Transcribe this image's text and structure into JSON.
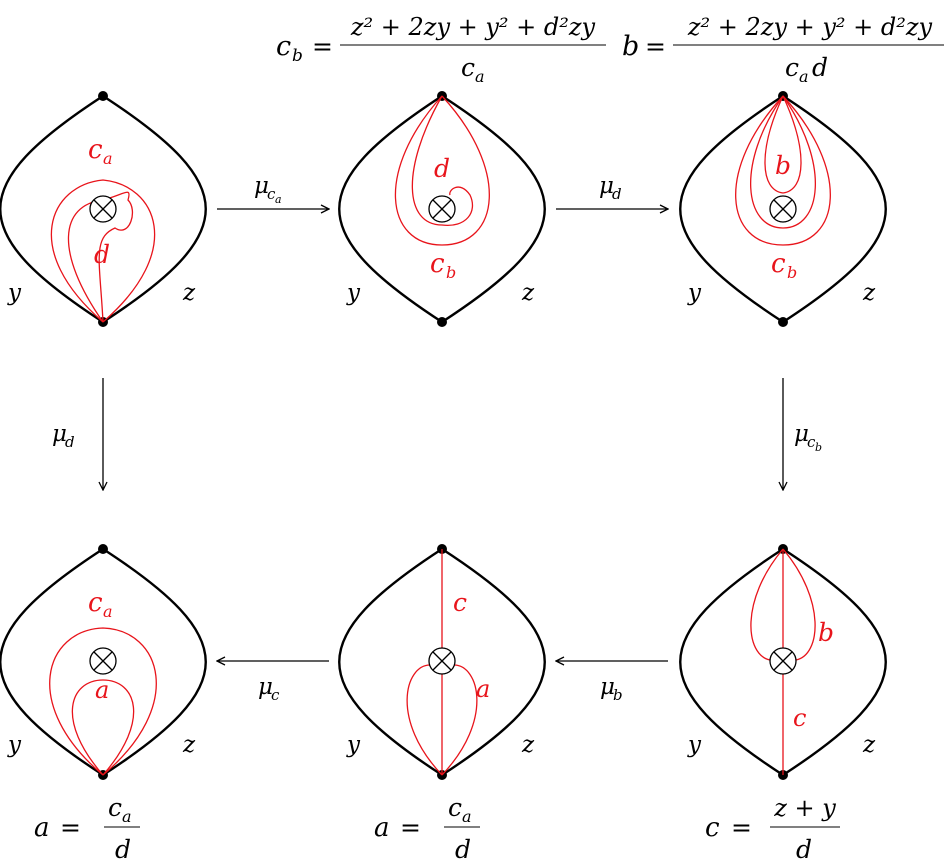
{
  "colors": {
    "arc": "#e8141b",
    "boundary": "#000000"
  },
  "boundary_labels": {
    "left": "y",
    "right": "z"
  },
  "panels": {
    "p1": {
      "arcs": {
        "outer": "c",
        "outer_sub": "a",
        "inner": "d"
      }
    },
    "p2": {
      "arcs": {
        "inner": "d",
        "outer": "c",
        "outer_sub": "b"
      }
    },
    "p3": {
      "arcs": {
        "inner": "b",
        "outer": "c",
        "outer_sub": "b"
      }
    },
    "p4": {
      "arcs": {
        "outer": "c",
        "outer_sub": "a",
        "inner": "a"
      }
    },
    "p5": {
      "arcs": {
        "top": "c",
        "right": "a"
      }
    },
    "p6": {
      "arcs": {
        "right": "b",
        "bottom": "c"
      }
    }
  },
  "mutations": {
    "m1": {
      "symbol": "μ",
      "sub": "c",
      "subsub": "a"
    },
    "m2": {
      "symbol": "μ",
      "sub": "d"
    },
    "m3": {
      "symbol": "μ",
      "sub": "d"
    },
    "m4": {
      "symbol": "μ",
      "sub": "c",
      "subsub": "b"
    },
    "m5": {
      "symbol": "μ",
      "sub": "c"
    },
    "m6": {
      "symbol": "μ",
      "sub": "b"
    }
  },
  "formulas": {
    "cb": {
      "lhs": "c",
      "lhs_sub": "b",
      "equals": "=",
      "numerator": "z² + 2zy + y² + d²zy",
      "den_main": "c",
      "den_sub": "a",
      "den_tail": ""
    },
    "b": {
      "lhs": "b",
      "equals": "=",
      "numerator": "z² + 2zy + y² + d²zy",
      "den_main": "c",
      "den_sub": "a",
      "den_tail": "d"
    },
    "a1": {
      "lhs": "a",
      "equals": "=",
      "num_main": "c",
      "num_sub": "a",
      "denominator": "d"
    },
    "a2": {
      "lhs": "a",
      "equals": "=",
      "num_main": "c",
      "num_sub": "a",
      "denominator": "d"
    },
    "c": {
      "lhs": "c",
      "equals": "=",
      "numerator": "z + y",
      "denominator": "d"
    }
  }
}
